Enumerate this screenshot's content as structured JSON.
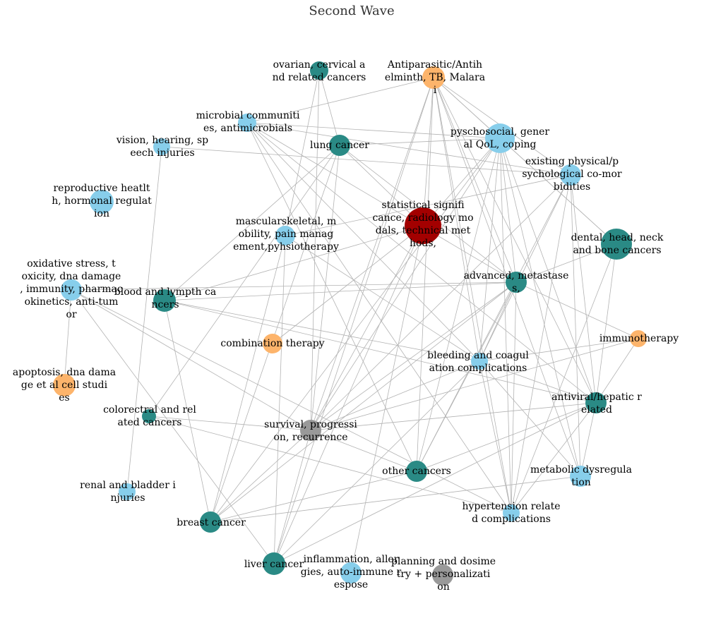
{
  "title": "Second Wave",
  "colors": {
    "cancer_type": "#2a8a85",
    "condition": "#87ceeb",
    "treatment": "#fdb46b",
    "outcome": "#999999",
    "methods": "#a30000",
    "edge": "#b3b3b3"
  },
  "nodes": [
    {
      "id": "ovarian",
      "category": "cancer_type",
      "size": 13,
      "label": [
        "ovarian, cervical a",
        "nd related cancers"
      ]
    },
    {
      "id": "antiparasitic",
      "category": "treatment",
      "size": 16,
      "label": [
        "Antiparasitic/Antih",
        "elminth, TB, Malara",
        "i"
      ]
    },
    {
      "id": "microbial",
      "category": "condition",
      "size": 13,
      "label": [
        "microbial communiti",
        "es, antimicrobials"
      ]
    },
    {
      "id": "psychosocial",
      "category": "condition",
      "size": 21,
      "label": [
        "pyschosocial, gener",
        "al QoL, coping"
      ]
    },
    {
      "id": "vision",
      "category": "condition",
      "size": 12,
      "label": [
        "vision, hearing, sp",
        "eech injuries"
      ]
    },
    {
      "id": "lung",
      "category": "cancer_type",
      "size": 15,
      "label": [
        "lung cancer"
      ]
    },
    {
      "id": "comorbidities",
      "category": "condition",
      "size": 15,
      "label": [
        "existing physical/p",
        "sychological co-mor",
        "bidities"
      ]
    },
    {
      "id": "reproductive",
      "category": "condition",
      "size": 17,
      "label": [
        "reproductive heatlt",
        "h, hormonal regulat",
        "ion"
      ]
    },
    {
      "id": "statistical",
      "category": "methods",
      "size": 26,
      "label": [
        "statistical signifi",
        "cance, radiology mo",
        "dals, technical met",
        "hods,"
      ]
    },
    {
      "id": "musculoskeletal",
      "category": "condition",
      "size": 14,
      "label": [
        "mascularskeletal, m",
        "obility, pain manag",
        "ement,pyhsiotherapy"
      ]
    },
    {
      "id": "dental",
      "category": "cancer_type",
      "size": 22,
      "label": [
        "dental, head, neck",
        "and bone cancers"
      ]
    },
    {
      "id": "oxidative",
      "category": "condition",
      "size": 15,
      "label": [
        "oxidative stress, t",
        "oxicity, dna damage",
        ", immunity, pharmac",
        "okinetics, anti-tum",
        "or"
      ]
    },
    {
      "id": "blood",
      "category": "cancer_type",
      "size": 16,
      "label": [
        "blood and lympth ca",
        "ncers"
      ]
    },
    {
      "id": "advanced",
      "category": "cancer_type",
      "size": 15,
      "label": [
        "advanced, metastase",
        "s,"
      ]
    },
    {
      "id": "combination",
      "category": "treatment",
      "size": 14,
      "label": [
        "combination therapy"
      ]
    },
    {
      "id": "immunotherapy",
      "category": "treatment",
      "size": 12,
      "label": [
        "immunotherapy"
      ]
    },
    {
      "id": "apoptosis",
      "category": "treatment",
      "size": 16,
      "label": [
        "apoptosis, dna dama",
        "ge et al cell studi",
        "es"
      ]
    },
    {
      "id": "bleeding",
      "category": "condition",
      "size": 12,
      "label": [
        "bleeding and coagul",
        "ation complications"
      ]
    },
    {
      "id": "antiviral",
      "category": "cancer_type",
      "size": 15,
      "label": [
        "antiviral/hepatic r",
        "elated"
      ]
    },
    {
      "id": "colorectal",
      "category": "cancer_type",
      "size": 10,
      "label": [
        "colorectral and rel",
        "ated cancers"
      ]
    },
    {
      "id": "survival",
      "category": "outcome",
      "size": 15,
      "label": [
        "survival, progressi",
        "on, recurrence"
      ]
    },
    {
      "id": "other",
      "category": "cancer_type",
      "size": 15,
      "label": [
        "other cancers"
      ]
    },
    {
      "id": "metabolic",
      "category": "condition",
      "size": 15,
      "label": [
        "metabolic dysregula",
        "tion"
      ]
    },
    {
      "id": "renal",
      "category": "condition",
      "size": 12,
      "label": [
        "renal and bladder i",
        "njuries"
      ]
    },
    {
      "id": "hypertension",
      "category": "condition",
      "size": 12,
      "label": [
        "hypertension relate",
        "d complications"
      ]
    },
    {
      "id": "breast",
      "category": "cancer_type",
      "size": 15,
      "label": [
        "breast cancer"
      ]
    },
    {
      "id": "liver",
      "category": "cancer_type",
      "size": 16,
      "label": [
        "liver cancer"
      ]
    },
    {
      "id": "inflammation",
      "category": "condition",
      "size": 15,
      "label": [
        "inflammation, aller",
        "gies, auto-immune r",
        "espose"
      ]
    },
    {
      "id": "planning",
      "category": "outcome",
      "size": 15,
      "label": [
        "planning and dosime",
        "try + personalizati",
        "on"
      ]
    }
  ],
  "edges": [
    [
      "antiparasitic",
      "statistical"
    ],
    [
      "antiparasitic",
      "psychosocial"
    ],
    [
      "antiparasitic",
      "comorbidities"
    ],
    [
      "antiparasitic",
      "advanced"
    ],
    [
      "antiparasitic",
      "bleeding"
    ],
    [
      "antiparasitic",
      "antiviral"
    ],
    [
      "antiparasitic",
      "metabolic"
    ],
    [
      "antiparasitic",
      "hypertension"
    ],
    [
      "antiparasitic",
      "survival"
    ],
    [
      "antiparasitic",
      "dental"
    ],
    [
      "antiparasitic",
      "microbial"
    ],
    [
      "antiparasitic",
      "other"
    ],
    [
      "antiparasitic",
      "liver"
    ],
    [
      "ovarian",
      "lung"
    ],
    [
      "ovarian",
      "musculoskeletal"
    ],
    [
      "ovarian",
      "survival"
    ],
    [
      "microbial",
      "psychosocial"
    ],
    [
      "microbial",
      "comorbidities"
    ],
    [
      "microbial",
      "advanced"
    ],
    [
      "microbial",
      "bleeding"
    ],
    [
      "microbial",
      "antiviral"
    ],
    [
      "microbial",
      "hypertension"
    ],
    [
      "microbial",
      "other"
    ],
    [
      "vision",
      "comorbidities"
    ],
    [
      "vision",
      "renal"
    ],
    [
      "lung",
      "psychosocial"
    ],
    [
      "lung",
      "statistical"
    ],
    [
      "lung",
      "blood"
    ],
    [
      "lung",
      "breast"
    ],
    [
      "lung",
      "colorectal"
    ],
    [
      "lung",
      "survival"
    ],
    [
      "lung",
      "advanced"
    ],
    [
      "psychosocial",
      "bleeding"
    ],
    [
      "psychosocial",
      "survival"
    ],
    [
      "psychosocial",
      "dental"
    ],
    [
      "psychosocial",
      "metabolic"
    ],
    [
      "psychosocial",
      "hypertension"
    ],
    [
      "psychosocial",
      "antiviral"
    ],
    [
      "psychosocial",
      "statistical"
    ],
    [
      "psychosocial",
      "advanced"
    ],
    [
      "psychosocial",
      "other"
    ],
    [
      "psychosocial",
      "breast"
    ],
    [
      "comorbidities",
      "musculoskeletal"
    ],
    [
      "comorbidities",
      "survival"
    ],
    [
      "comorbidities",
      "bleeding"
    ],
    [
      "comorbidities",
      "metabolic"
    ],
    [
      "comorbidities",
      "antiviral"
    ],
    [
      "comorbidities",
      "hypertension"
    ],
    [
      "comorbidities",
      "other"
    ],
    [
      "statistical",
      "combination"
    ],
    [
      "statistical",
      "survival"
    ],
    [
      "statistical",
      "inflammation"
    ],
    [
      "statistical",
      "blood"
    ],
    [
      "statistical",
      "liver"
    ],
    [
      "musculoskeletal",
      "bleeding"
    ],
    [
      "musculoskeletal",
      "breast"
    ],
    [
      "musculoskeletal",
      "liver"
    ],
    [
      "blood",
      "advanced"
    ],
    [
      "blood",
      "bleeding"
    ],
    [
      "blood",
      "breast"
    ],
    [
      "blood",
      "antiviral"
    ],
    [
      "oxidative",
      "advanced"
    ],
    [
      "oxidative",
      "apoptosis"
    ],
    [
      "oxidative",
      "survival"
    ],
    [
      "oxidative",
      "hypertension"
    ],
    [
      "oxidative",
      "liver"
    ],
    [
      "advanced",
      "survival"
    ],
    [
      "advanced",
      "breast"
    ],
    [
      "advanced",
      "immunotherapy"
    ],
    [
      "advanced",
      "bleeding"
    ],
    [
      "advanced",
      "other"
    ],
    [
      "advanced",
      "hypertension"
    ],
    [
      "immunotherapy",
      "survival"
    ],
    [
      "immunotherapy",
      "antiviral"
    ],
    [
      "immunotherapy",
      "bleeding"
    ],
    [
      "bleeding",
      "antiviral"
    ],
    [
      "bleeding",
      "survival"
    ],
    [
      "bleeding",
      "metabolic"
    ],
    [
      "bleeding",
      "hypertension"
    ],
    [
      "bleeding",
      "liver"
    ],
    [
      "antiviral",
      "survival"
    ],
    [
      "antiviral",
      "hypertension"
    ],
    [
      "antiviral",
      "metabolic"
    ],
    [
      "antiviral",
      "other"
    ],
    [
      "antiviral",
      "liver"
    ],
    [
      "colorectal",
      "survival"
    ],
    [
      "colorectal",
      "hypertension"
    ],
    [
      "survival",
      "other"
    ],
    [
      "survival",
      "breast"
    ],
    [
      "survival",
      "liver"
    ],
    [
      "other",
      "breast"
    ],
    [
      "metabolic",
      "breast"
    ],
    [
      "dental",
      "antiviral"
    ],
    [
      "dental",
      "advanced"
    ],
    [
      "dental",
      "hypertension"
    ]
  ]
}
